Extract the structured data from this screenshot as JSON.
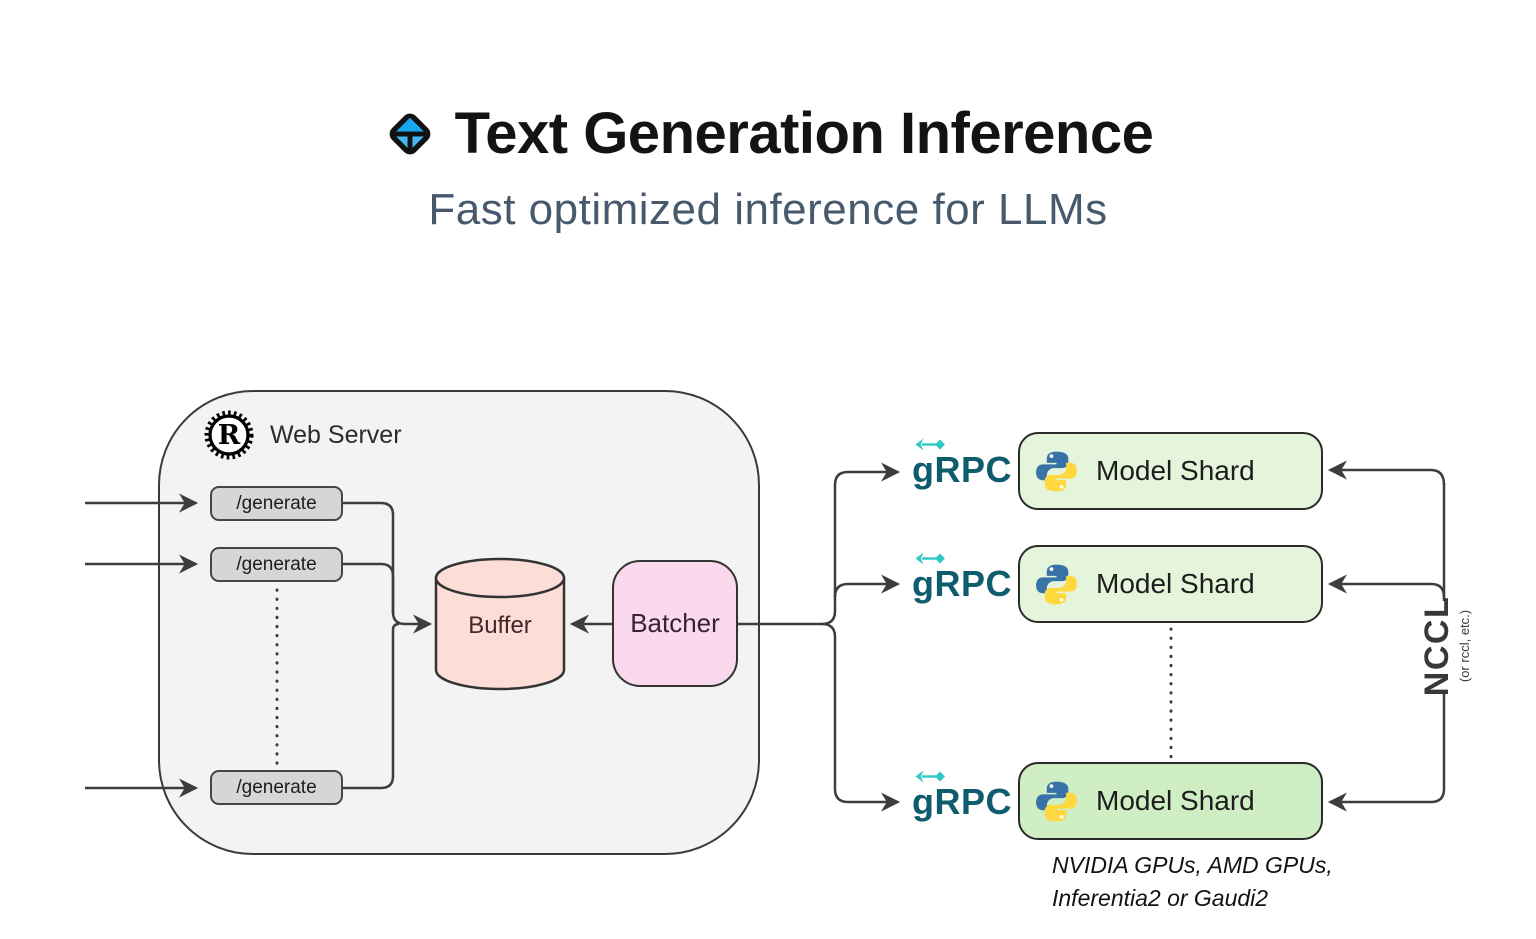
{
  "header": {
    "title": "Text Generation Inference",
    "subtitle": "Fast optimized inference for LLMs"
  },
  "web_server": {
    "label": "Web Server",
    "endpoints": [
      "/generate",
      "/generate",
      "/generate"
    ],
    "buffer_label": "Buffer",
    "batcher_label": "Batcher"
  },
  "grpc": {
    "label": "gRPC"
  },
  "shards": [
    {
      "label": "Model Shard"
    },
    {
      "label": "Model Shard"
    },
    {
      "label": "Model Shard"
    }
  ],
  "interconnect": {
    "label": "NCCL",
    "note": "(or rccl, etc.)"
  },
  "caption": {
    "line1": "NVIDIA GPUs, AMD GPUs,",
    "line2": "Inferentia2 or Gaudi2"
  },
  "colors": {
    "title_text": "#131313",
    "subtitle_text": "#47596d",
    "line": "#3d3d3d",
    "server_fill": "#f3f3f4",
    "endpoint_fill": "#d6d6d6",
    "buffer_fill": "#fcded6",
    "batcher_fill": "#f9d9eb",
    "shard_fill": "#e5f5dc",
    "shard_fill_last": "#cfeec3",
    "grpc_teal": "#0e5c6e",
    "grpc_icon_teal": "#2fc9c2",
    "python_blue": "#3873a8",
    "python_yellow": "#ffd73e",
    "tgi_icon_blue_top": "#17a7f2",
    "tgi_icon_blue_bottom": "#43b6f1"
  }
}
